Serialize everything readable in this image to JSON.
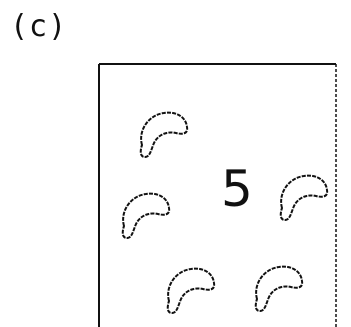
{
  "panel_label": "(c)",
  "count_label": "5",
  "shape_count": 5,
  "colors": {
    "stroke": "#111111",
    "background": "#ffffff"
  }
}
